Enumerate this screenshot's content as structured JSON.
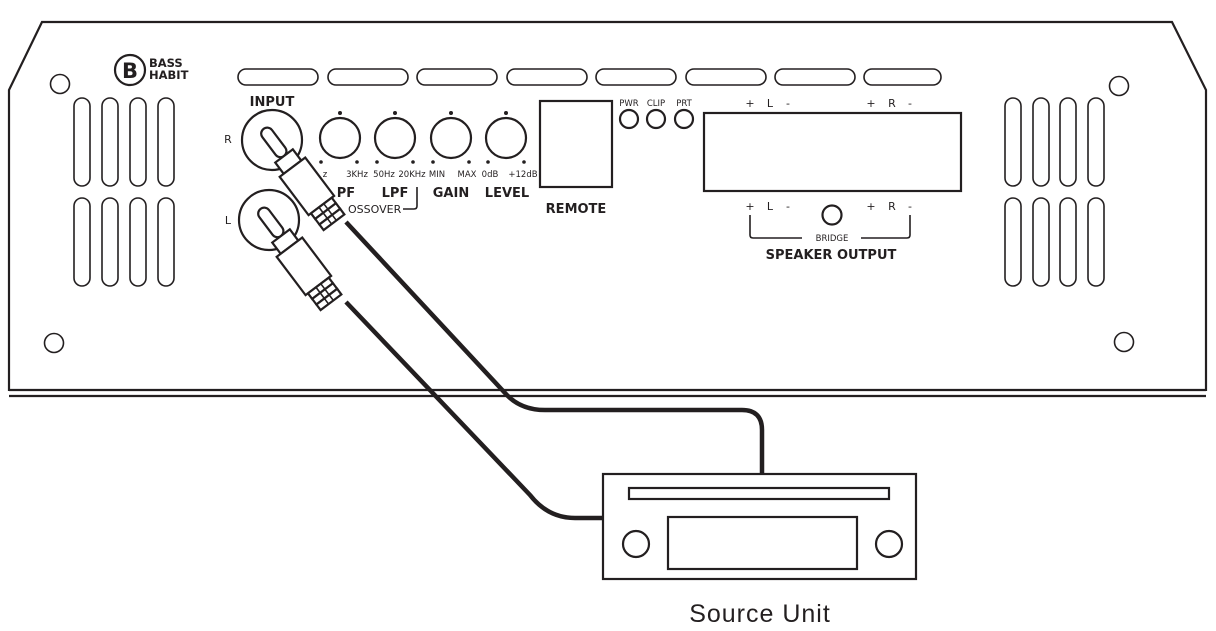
{
  "diagram": {
    "title": "Amplifier RCA input wiring to Source Unit",
    "stroke_color": "#231f20",
    "background_color": "#ffffff"
  },
  "amplifier": {
    "brand": {
      "logo_glyph": "B",
      "line1": "BASS",
      "line2": "HABIT"
    },
    "input": {
      "title": "INPUT",
      "right_label": "R",
      "left_label": "L"
    },
    "knobs": [
      {
        "name": "HPF",
        "visible_label": "PF",
        "min": "z",
        "max": "3KHz"
      },
      {
        "name": "LPF",
        "visible_label": "LPF",
        "min": "50Hz",
        "max": "20KHz"
      },
      {
        "name": "GAIN",
        "visible_label": "GAIN",
        "min": "MIN",
        "max": "MAX"
      },
      {
        "name": "LEVEL",
        "visible_label": "LEVEL",
        "min": "0dB",
        "max": "+12dB"
      }
    ],
    "crossover_label": "OSSOVER",
    "remote_label": "REMOTE",
    "leds": [
      {
        "label": "PWR"
      },
      {
        "label": "CLIP"
      },
      {
        "label": "PRT"
      }
    ],
    "speaker_terminal": {
      "top_left": {
        "plus": "+",
        "channel": "L",
        "minus": "-"
      },
      "top_right": {
        "plus": "+",
        "channel": "R",
        "minus": "-"
      },
      "bottom_left": {
        "plus": "+",
        "channel": "L",
        "minus": "-"
      },
      "bottom_right": {
        "plus": "+",
        "channel": "R",
        "minus": "-"
      },
      "bridge_label": "BRIDGE",
      "output_label": "SPEAKER OUTPUT"
    }
  },
  "source_unit": {
    "label": "Source Unit"
  }
}
